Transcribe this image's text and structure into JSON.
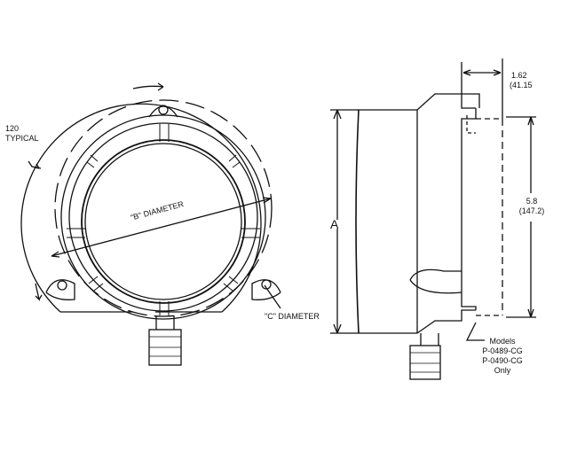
{
  "diagram": {
    "front_view": {
      "angle_label_line1": "120",
      "angle_label_line2": "TYPICAL",
      "b_label": "\"B\" DIAMETER",
      "c_label": "\"C\" DIAMETER"
    },
    "side_view": {
      "a_label": "A",
      "depth_dim": "1.62",
      "depth_dim_mm": "(41.15",
      "height_dim": "5.8",
      "height_dim_mm": "(147.2)",
      "note_line1": "Models",
      "note_line2": "P-0489-CG",
      "note_line3": "P-0490-CG",
      "note_line4": "Only"
    }
  }
}
